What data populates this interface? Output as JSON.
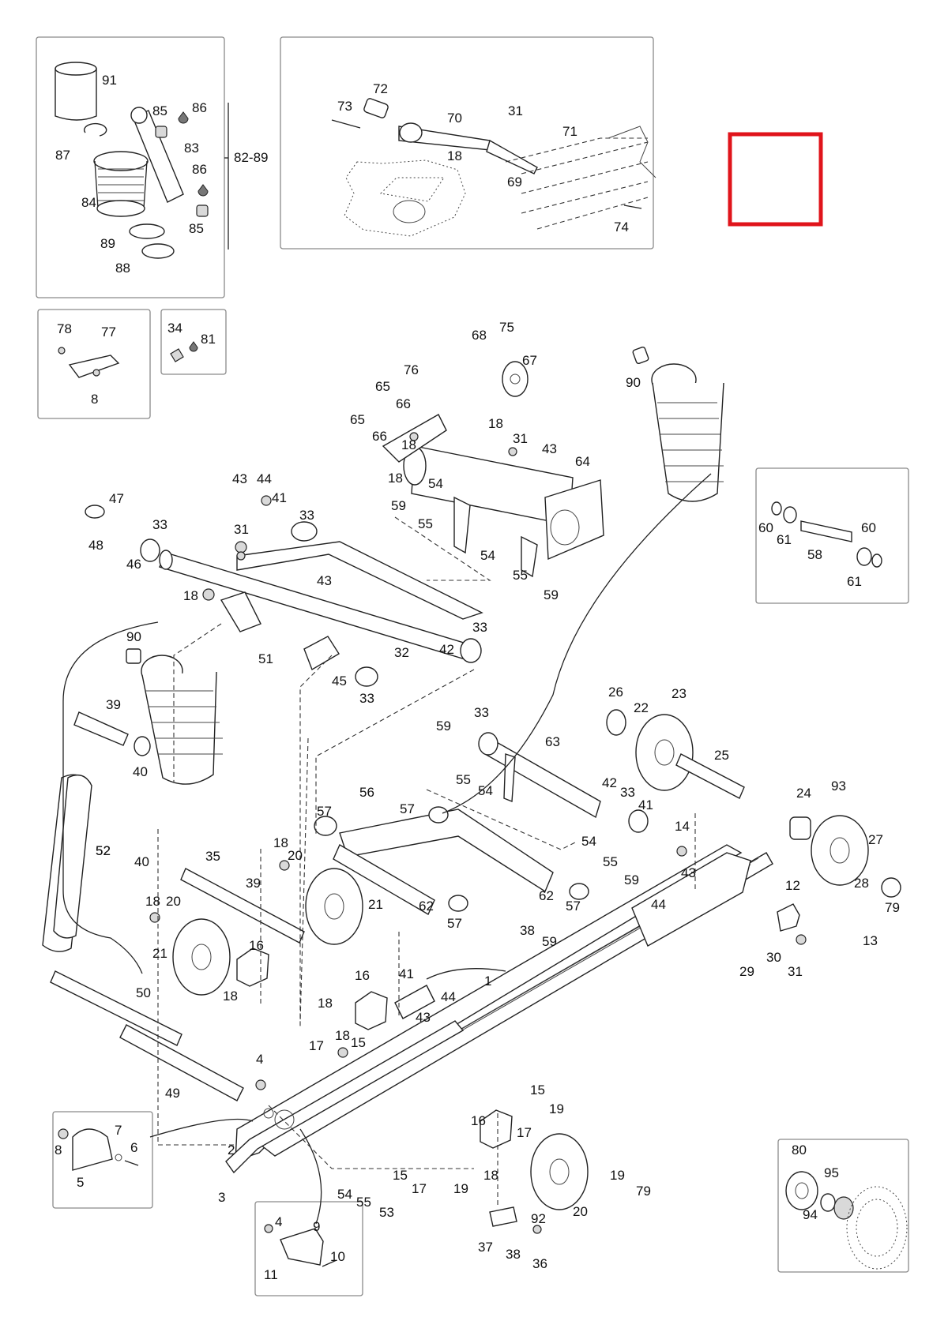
{
  "callouts": {
    "c1": "1",
    "c2": "2",
    "c3": "3",
    "c4": "4",
    "c5": "5",
    "c6": "6",
    "c7": "7",
    "c8": "8",
    "c9": "9",
    "c10": "10",
    "c11": "11",
    "c12": "12",
    "c13": "13",
    "c14": "14",
    "c15": "15",
    "c16": "16",
    "c17": "17",
    "c18": "18",
    "c19": "19",
    "c20": "20",
    "c21": "21",
    "c22": "22",
    "c23": "23",
    "c24": "24",
    "c25": "25",
    "c26": "26",
    "c27": "27",
    "c28": "28",
    "c29": "29",
    "c30": "30",
    "c31": "31",
    "c32": "32",
    "c33": "33",
    "c34": "34",
    "c35": "35",
    "c36": "36",
    "c37": "37",
    "c38": "38",
    "c39": "39",
    "c40": "40",
    "c41": "41",
    "c42": "42",
    "c43": "43",
    "c44": "44",
    "c45": "45",
    "c46": "46",
    "c47": "47",
    "c48": "48",
    "c49": "49",
    "c50": "50",
    "c51": "51",
    "c52": "52",
    "c53": "53",
    "c54": "54",
    "c55": "55",
    "c56": "56",
    "c57": "57",
    "c58": "58",
    "c59": "59",
    "c60": "60",
    "c61": "61",
    "c62": "62",
    "c63": "63",
    "c64": "64",
    "c65": "65",
    "c66": "66",
    "c67": "67",
    "c68": "68",
    "c69": "69",
    "c70": "70",
    "c71": "71",
    "c72": "72",
    "c73": "73",
    "c74": "74",
    "c75": "75",
    "c76": "76",
    "c77": "77",
    "c78": "78",
    "c79": "79",
    "c80": "80",
    "c81": "81",
    "c82_89": "82-89",
    "c83": "83",
    "c84": "84",
    "c85": "85",
    "c86": "86",
    "c87": "87",
    "c88": "88",
    "c89": "89",
    "c90": "90",
    "c91": "91",
    "c92": "92",
    "c93": "93",
    "c94": "94",
    "c95": "95"
  },
  "highlight_color": "#e0141b",
  "line_color": "#222222"
}
